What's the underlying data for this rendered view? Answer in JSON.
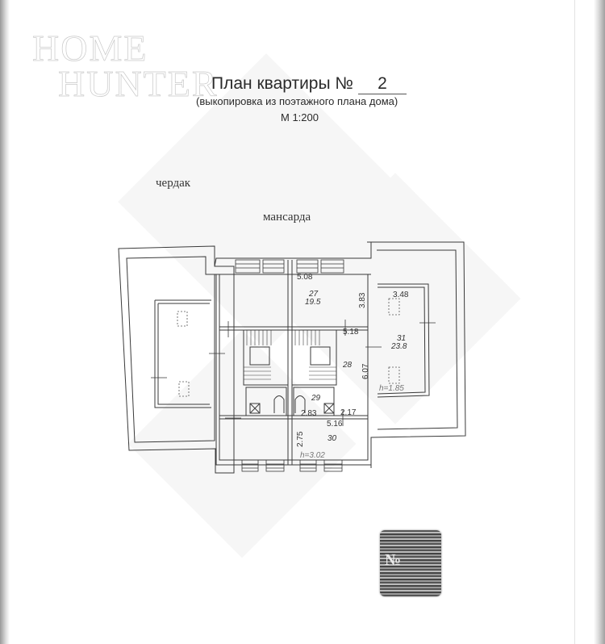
{
  "document": {
    "watermark": {
      "line1": "HOME",
      "line2": "HUNTER"
    },
    "title": {
      "prefix": "План квартиры №",
      "number": "2"
    },
    "subtitle": "(выкопировка из поэтажного плана дома)",
    "scale": "М 1:200",
    "labels": {
      "attic": "чердак",
      "mansard": "мансарда"
    }
  },
  "floor_plan": {
    "rooms": [
      {
        "id": "27",
        "area": "19.5",
        "width": "5.08",
        "depth": "3.83"
      },
      {
        "id": "28",
        "width": "5.18",
        "depth": "6.07"
      },
      {
        "id": "29",
        "width": "2.83"
      },
      {
        "id": "30",
        "width": "5.16",
        "depth": "2.75",
        "ceiling_height": "h=3.02"
      },
      {
        "id": "31",
        "area": "23.8",
        "width": "3.48",
        "ceiling_height": "h=1.85"
      }
    ],
    "extra_dims": [
      "2.17"
    ]
  },
  "stamp": {
    "mark": "№"
  },
  "colors": {
    "line": "#3a3a3a",
    "text": "#2a2a2a",
    "watermark": "#c9c9c9"
  }
}
